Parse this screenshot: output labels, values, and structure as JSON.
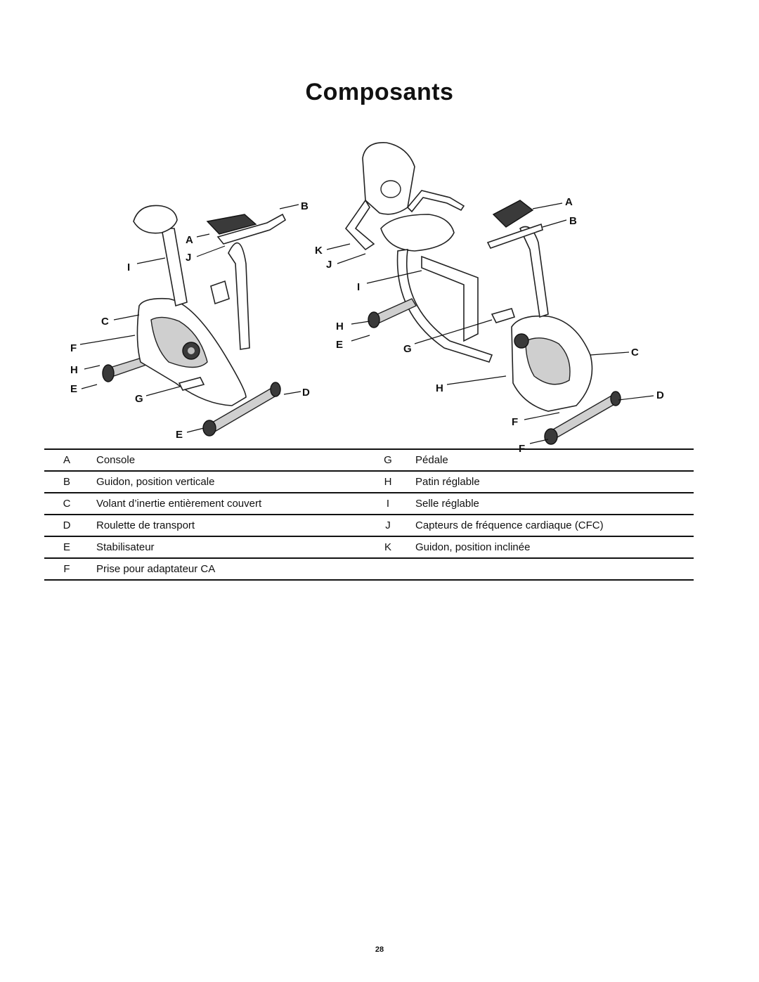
{
  "page": {
    "title": "Composants",
    "page_number": "28"
  },
  "figure": {
    "upright_callouts": [
      "B",
      "A",
      "J",
      "I",
      "C",
      "F",
      "H",
      "E",
      "G",
      "D",
      "E"
    ],
    "recumbent_callouts": [
      "A",
      "B",
      "K",
      "J",
      "I",
      "H",
      "E",
      "G",
      "C",
      "H",
      "D",
      "F",
      "F"
    ]
  },
  "components": {
    "rows": [
      {
        "left_key": "A",
        "left_label": "Console",
        "right_key": "G",
        "right_label": "Pédale"
      },
      {
        "left_key": "B",
        "left_label": "Guidon, position verticale",
        "right_key": "H",
        "right_label": "Patin réglable"
      },
      {
        "left_key": "C",
        "left_label": "Volant d’inertie entièrement couvert",
        "right_key": "I",
        "right_label": "Selle réglable"
      },
      {
        "left_key": "D",
        "left_label": "Roulette de transport",
        "right_key": "J",
        "right_label": "Capteurs de fréquence cardiaque (CFC)"
      },
      {
        "left_key": "E",
        "left_label": "Stabilisateur",
        "right_key": "K",
        "right_label": "Guidon, position inclinée"
      },
      {
        "left_key": "F",
        "left_label": "Prise pour adaptateur CA",
        "right_key": "",
        "right_label": ""
      }
    ]
  }
}
